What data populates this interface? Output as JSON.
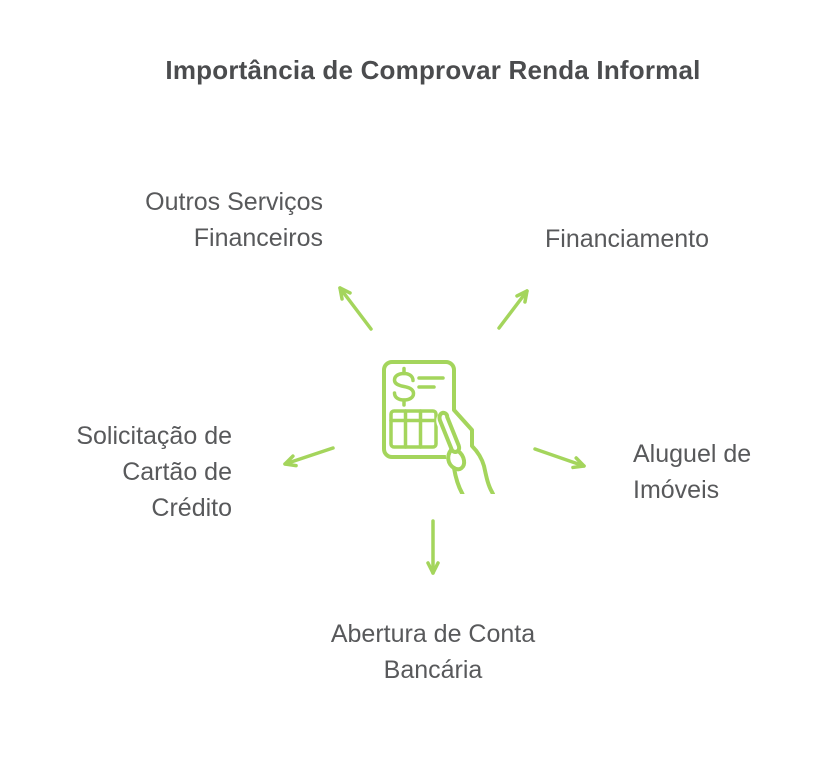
{
  "title": "Importância de Comprovar Renda Informal",
  "colors": {
    "accent_green": "#a4d55c",
    "title_gray": "#4b4c4e",
    "label_gray": "#58595b",
    "background": "#ffffff"
  },
  "center": {
    "icon": "invoice-in-hand-icon"
  },
  "nodes": {
    "top_left": {
      "label": "Outros Serviços Financeiros",
      "lines": [
        "Outros Serviços",
        "Financeiros"
      ]
    },
    "top_right": {
      "label": "Financiamento",
      "lines": [
        "Financiamento"
      ]
    },
    "left": {
      "label": "Solicitação de Cartão de Crédito",
      "lines": [
        "Solicitação de",
        "Cartão de",
        "Crédito"
      ]
    },
    "right": {
      "label": "Aluguel de Imóveis",
      "lines": [
        "Aluguel de",
        "Imóveis"
      ]
    },
    "bottom": {
      "label": "Abertura de Conta Bancária",
      "lines": [
        "Abertura de Conta",
        "Bancária"
      ]
    }
  }
}
